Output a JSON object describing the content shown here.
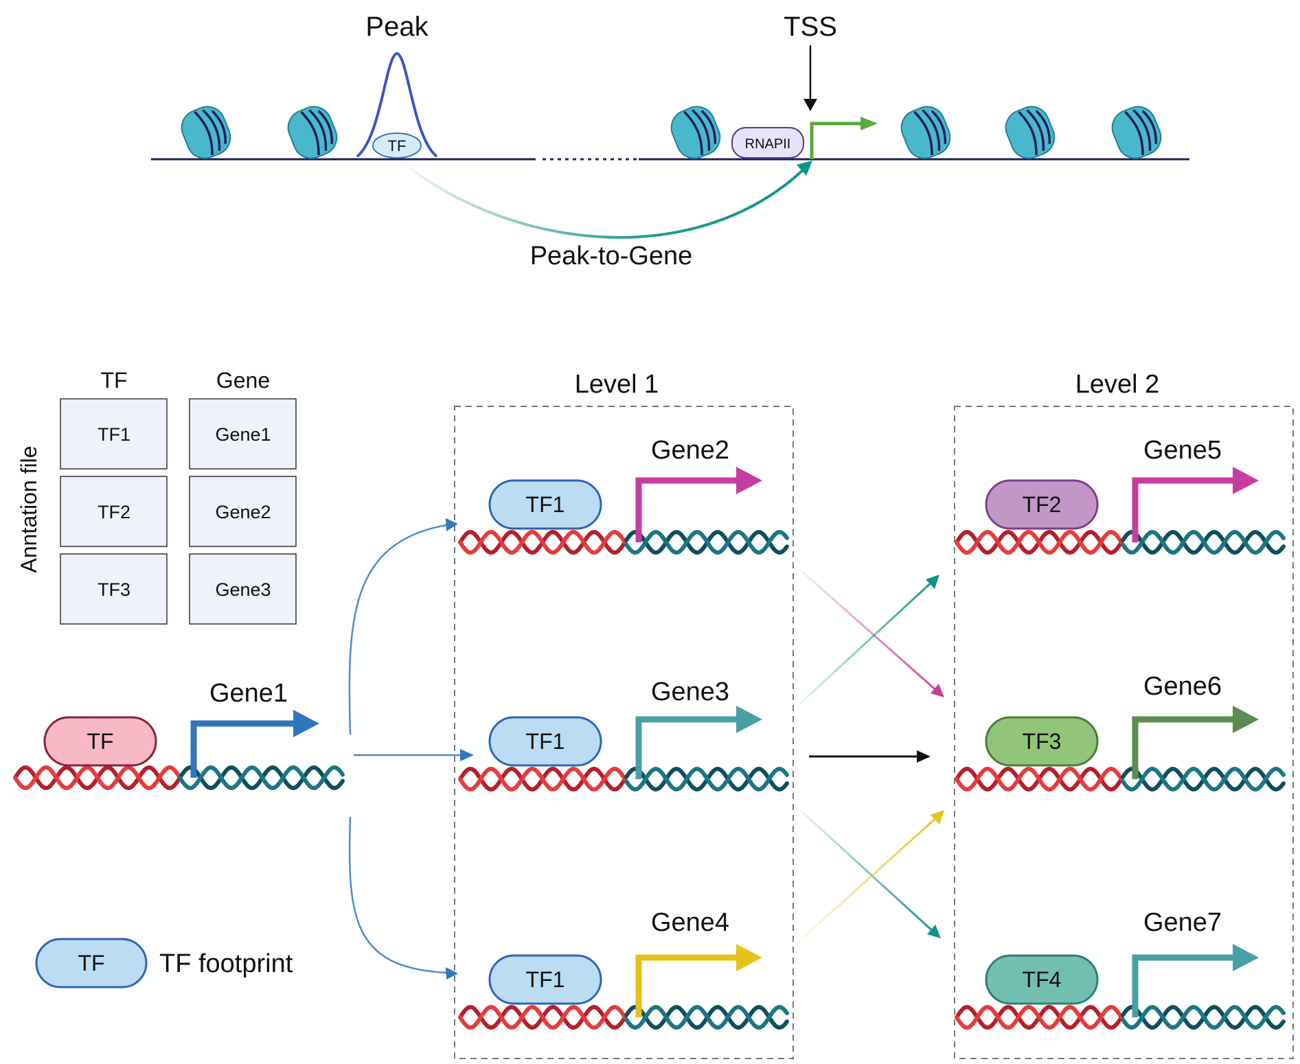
{
  "top_panel": {
    "peak_label": "Peak",
    "tss_label": "TSS",
    "tf_label": "TF",
    "rnapii_label": "RNAPII",
    "link_label": "Peak-to-Gene",
    "colors": {
      "peak": "#3d52c4",
      "nucleosome": "#4ab8cc",
      "tss_arrow": "#5aaa3c",
      "link": "#0e9287",
      "dna": "#1e1f5c"
    }
  },
  "annotation": {
    "side_label": "Anntation file",
    "headers": [
      "TF",
      "Gene"
    ],
    "rows": [
      {
        "tf": "TF1",
        "gene": "Gene1"
      },
      {
        "tf": "TF2",
        "gene": "Gene2"
      },
      {
        "tf": "TF3",
        "gene": "Gene3"
      }
    ]
  },
  "source_gene": {
    "tf_label": "TF",
    "gene_label": "Gene1",
    "tf_color": "#f7b9c6",
    "arrow_color": "#2f77bd"
  },
  "legend": {
    "tf_label": "TF",
    "text": "TF footprint"
  },
  "level1": {
    "title": "Level 1",
    "units": [
      {
        "tf": "TF1",
        "gene": "Gene2",
        "arrow_color": "#c63da0"
      },
      {
        "tf": "TF1",
        "gene": "Gene3",
        "arrow_color": "#48a0a4"
      },
      {
        "tf": "TF1",
        "gene": "Gene4",
        "arrow_color": "#e5c21a"
      }
    ]
  },
  "level2": {
    "title": "Level 2",
    "units": [
      {
        "tf": "TF2",
        "gene": "Gene5",
        "arrow_color": "#c63da0",
        "tf_color": "#c297c8"
      },
      {
        "tf": "TF3",
        "gene": "Gene6",
        "arrow_color": "#5d8c52",
        "tf_color": "#92c47a"
      },
      {
        "tf": "TF4",
        "gene": "Gene7",
        "arrow_color": "#48a0a4",
        "tf_color": "#72bfb2"
      }
    ]
  }
}
